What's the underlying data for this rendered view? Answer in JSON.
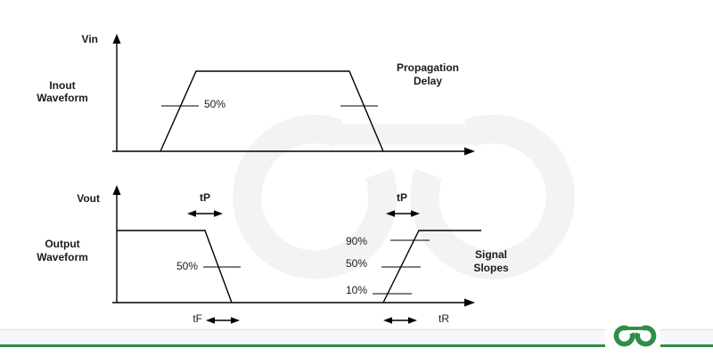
{
  "colors": {
    "accent_green": "#2F8D46",
    "diagram_line": "#000000",
    "watermark_gray": "#F1F3F4",
    "footer_band_gray": "#F6F7F8"
  },
  "icons": {
    "watermark": "geeksforgeeks-logo-watermark",
    "footer_logo": "geeksforgeeks-logo"
  },
  "input_diagram": {
    "axis_label": "Vin",
    "waveform_label": [
      "Inout",
      "Waveform"
    ],
    "rise_fifty_label": "50%",
    "annotation": [
      "Propagation",
      "Delay"
    ]
  },
  "output_diagram": {
    "axis_label": "Vout",
    "waveform_label": [
      "Output",
      "Waveform"
    ],
    "fall_fifty_label": "50%",
    "tp_left_label": "tP",
    "tp_right_label": "tP",
    "tf_label": "tF",
    "tr_label": "tR",
    "rise_ninety_label": "90%",
    "rise_fifty_label": "50%",
    "rise_ten_label": "10%",
    "annotation": [
      "Signal",
      "Slopes"
    ]
  }
}
